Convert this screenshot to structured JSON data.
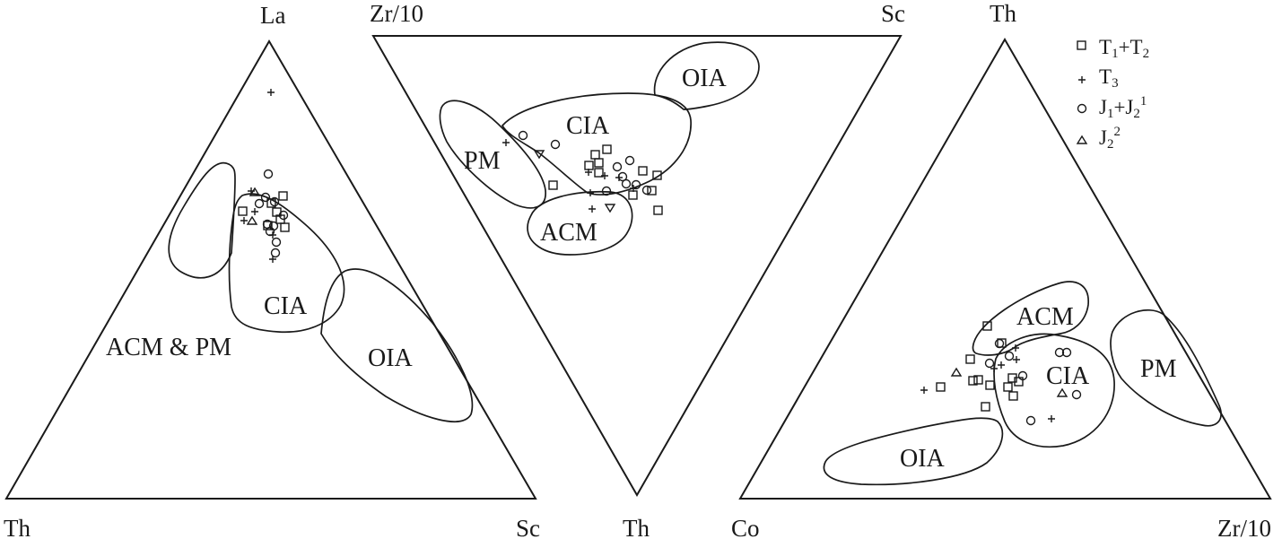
{
  "diagrams": [
    {
      "vertices": {
        "top": "La",
        "left": "Th",
        "right": "Sc"
      },
      "fields": {
        "acm_pm": "ACM & PM",
        "cia": "CIA",
        "oia": "OIA"
      }
    },
    {
      "vertices": {
        "top_left": "Zr/10",
        "top_right": "Sc",
        "bottom": "Th"
      },
      "fields": {
        "oia": "OIA",
        "cia": "CIA",
        "pm": "PM",
        "acm": "ACM"
      }
    },
    {
      "vertices": {
        "top": "Th",
        "left": "Co",
        "right": "Zr/10"
      },
      "fields": {
        "acm": "ACM",
        "cia": "CIA",
        "pm": "PM",
        "oia": "OIA"
      }
    }
  ],
  "legend": [
    {
      "marker": "square",
      "base": "T",
      "parts": [
        {
          "text": "1",
          "sub": true
        },
        {
          "text": "+T",
          "sub": false
        },
        {
          "text": "2",
          "sub": true
        }
      ]
    },
    {
      "marker": "plus",
      "base": "T",
      "parts": [
        {
          "text": "3",
          "sub": true
        }
      ]
    },
    {
      "marker": "circle",
      "base": "J",
      "parts": [
        {
          "text": "1",
          "sub": true
        },
        {
          "text": "+J",
          "sub": false
        },
        {
          "text": "2",
          "sub": true
        },
        {
          "text": "1",
          "sup": true
        }
      ]
    },
    {
      "marker": "triangle",
      "base": "J",
      "parts": [
        {
          "text": "2",
          "sub": true
        },
        {
          "text": "2",
          "sup": true
        }
      ]
    }
  ],
  "marker_styles": {
    "color": "#1a1a1a",
    "fill": "none"
  }
}
